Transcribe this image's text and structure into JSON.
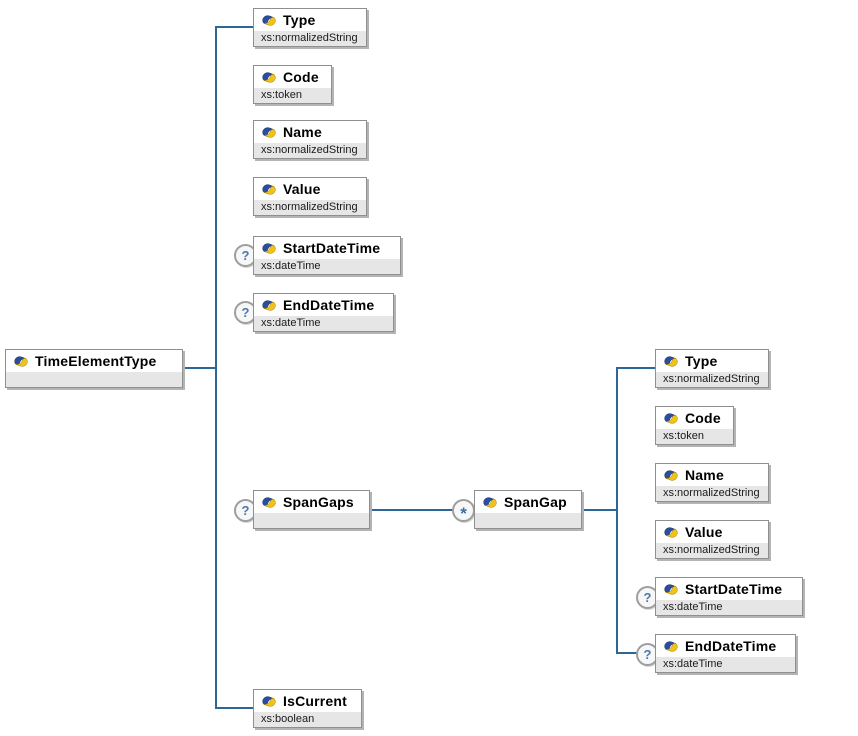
{
  "diagram_type": "xml-schema-content-model",
  "colors": {
    "connector_line": "#2f6699",
    "box_border": "#8f8f8f",
    "box_shadow": "#b4b4b4",
    "subtype_row_bg": "#e6e6e6",
    "indicator_border": "#9e9e9e",
    "indicator_glyph": "#4a79ad",
    "element_icon_blue": "#2b4d9e",
    "element_icon_yellow": "#f2c218"
  },
  "indicators": {
    "optional_glyph": "?",
    "repeat_glyph": "*"
  },
  "nodes": {
    "root": {
      "label": "TimeElementType",
      "subtype": ""
    },
    "left_type": {
      "label": "Type",
      "subtype": "xs:normalizedString"
    },
    "left_code": {
      "label": "Code",
      "subtype": "xs:token"
    },
    "left_name": {
      "label": "Name",
      "subtype": "xs:normalizedString"
    },
    "left_value": {
      "label": "Value",
      "subtype": "xs:normalizedString"
    },
    "left_startdatetime": {
      "label": "StartDateTime",
      "subtype": "xs:dateTime"
    },
    "left_enddatetime": {
      "label": "EndDateTime",
      "subtype": "xs:dateTime"
    },
    "spangaps": {
      "label": "SpanGaps",
      "subtype": ""
    },
    "spangap": {
      "label": "SpanGap",
      "subtype": ""
    },
    "right_type": {
      "label": "Type",
      "subtype": "xs:normalizedString"
    },
    "right_code": {
      "label": "Code",
      "subtype": "xs:token"
    },
    "right_name": {
      "label": "Name",
      "subtype": "xs:normalizedString"
    },
    "right_value": {
      "label": "Value",
      "subtype": "xs:normalizedString"
    },
    "right_startdatetime": {
      "label": "StartDateTime",
      "subtype": "xs:dateTime"
    },
    "right_enddatetime": {
      "label": "EndDateTime",
      "subtype": "xs:dateTime"
    },
    "iscurrent": {
      "label": "IsCurrent",
      "subtype": "xs:boolean"
    }
  }
}
